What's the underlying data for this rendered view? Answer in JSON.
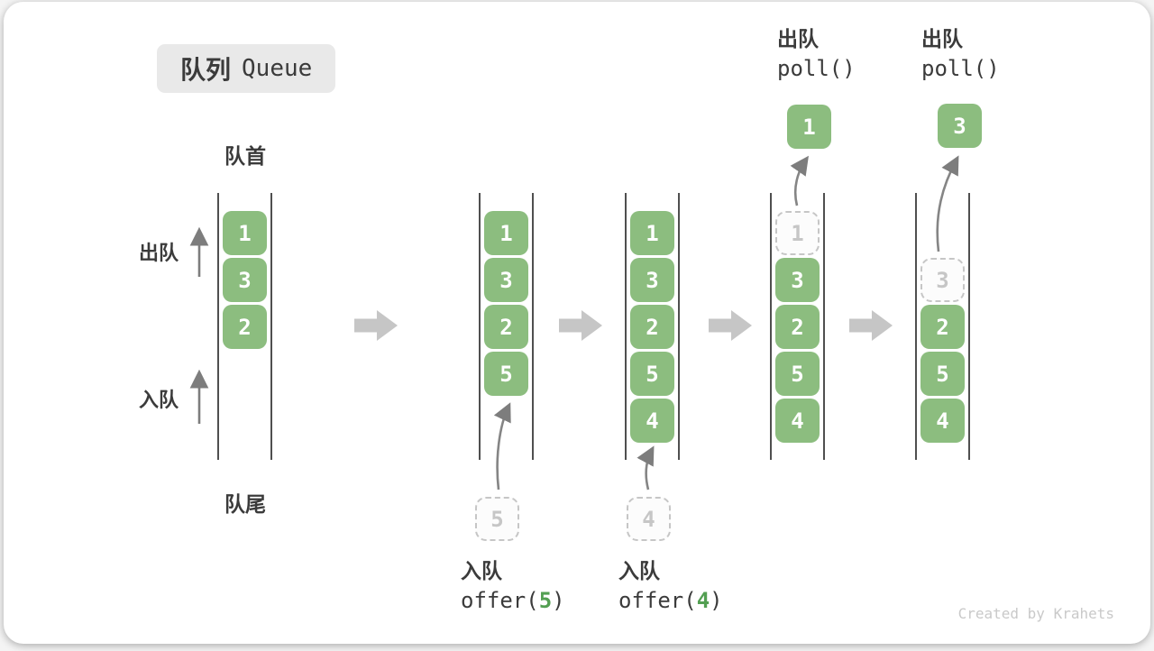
{
  "title": {
    "zh": "队列",
    "en": "Queue"
  },
  "labels": {
    "front": "队首",
    "rear": "队尾",
    "dequeue_side": "出队",
    "enqueue_side": "入队"
  },
  "colors": {
    "cell_green": "#8cbd7f",
    "code_number_green": "#539f52",
    "wall_gray": "#4f4f4f",
    "flow_arrow_gray": "#c6c6c6",
    "line_arrow_gray": "#7d7d7d",
    "badge_bg": "#e9e9e9",
    "text_dark": "#3b3b3b",
    "ghost_gray": "#c6c6c6"
  },
  "queues": [
    {
      "cells": [
        {
          "value": "1"
        },
        {
          "value": "3"
        },
        {
          "value": "2"
        }
      ]
    },
    {
      "cells": [
        {
          "value": "1"
        },
        {
          "value": "3"
        },
        {
          "value": "2"
        },
        {
          "value": "5"
        }
      ],
      "pending": "5",
      "op": {
        "action": "入队",
        "code_pre": "offer(",
        "code_arg": "5",
        "code_post": ")"
      }
    },
    {
      "cells": [
        {
          "value": "1"
        },
        {
          "value": "3"
        },
        {
          "value": "2"
        },
        {
          "value": "5"
        },
        {
          "value": "4"
        }
      ],
      "pending": "4",
      "op": {
        "action": "入队",
        "code_pre": "offer(",
        "code_arg": "4",
        "code_post": ")"
      }
    },
    {
      "cells": [
        {
          "value": "1",
          "removed": true
        },
        {
          "value": "3"
        },
        {
          "value": "2"
        },
        {
          "value": "5"
        },
        {
          "value": "4"
        }
      ],
      "result": "1",
      "op": {
        "action": "出队",
        "code": "poll()"
      }
    },
    {
      "cells": [
        {
          "value": "3",
          "removed": true
        },
        {
          "value": "2"
        },
        {
          "value": "5"
        },
        {
          "value": "4"
        }
      ],
      "result": "3",
      "op": {
        "action": "出队",
        "code": "poll()"
      }
    }
  ],
  "watermark": "Created by Krahets"
}
